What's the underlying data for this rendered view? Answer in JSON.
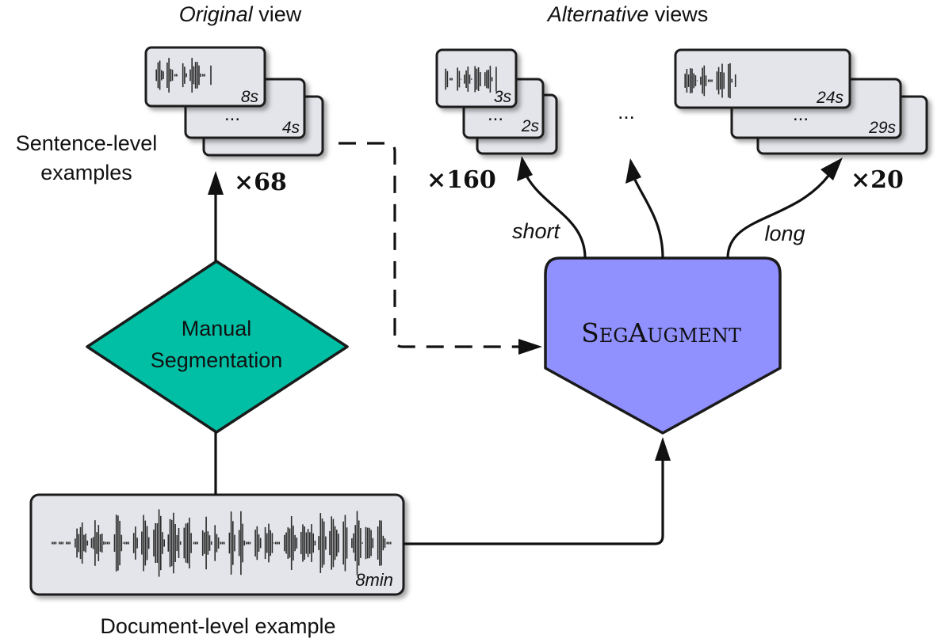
{
  "original": {
    "title_em": "Original",
    "title_rest": " view",
    "caption_line1": "Sentence-level",
    "caption_line2": "examples",
    "card_front_duration": "8s",
    "card_back_duration": "4s",
    "card_dots": "...",
    "count": "×68"
  },
  "alternative": {
    "title_em": "Alternative",
    "title_rest": " views",
    "short_front_duration": "3s",
    "short_back_duration": "2s",
    "short_dots": "...",
    "short_count": "×160",
    "middle_dots": "...",
    "long_front_duration": "24s",
    "long_back_duration": "29s",
    "long_dots": "...",
    "long_count": "×20",
    "short_label": "short",
    "long_label": "long"
  },
  "segmentation": {
    "line1": "Manual",
    "line2": "Segmentation",
    "color": "#00bfa5"
  },
  "segaugment": {
    "label_S": "S",
    "label_eg": "EG",
    "label_A": "A",
    "label_ugment": "UGMENT",
    "color": "#9090ff"
  },
  "document": {
    "duration": "8min",
    "caption": "Document-level example"
  },
  "colors": {
    "card_fill": "#e3e5ea",
    "stroke": "#1a1a1a"
  }
}
